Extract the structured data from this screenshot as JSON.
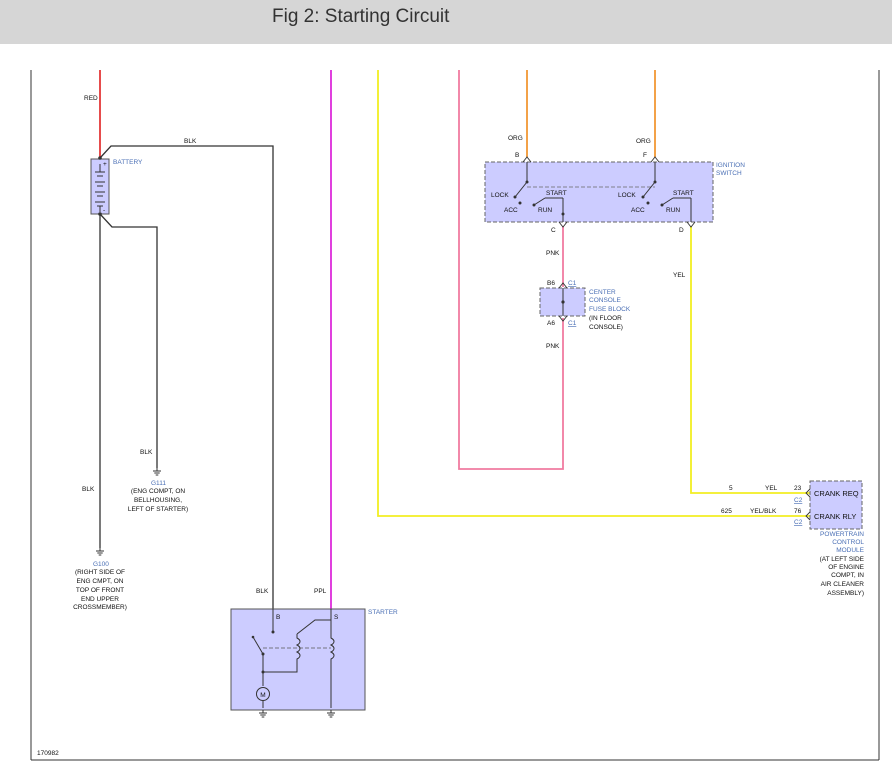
{
  "header": {
    "title": "Fig 2: Starting Circuit"
  },
  "colors": {
    "header_bg": "#d6d6d6",
    "red": "#e02020",
    "black": "#333333",
    "magenta": "#dd2adb",
    "yellow": "#f2ee22",
    "pink": "#f07ba0",
    "orange": "#f08a1a",
    "component_fill": "#ccccff",
    "component_stroke": "#555555",
    "connector_blue": "#4a6fb5"
  },
  "wires": {
    "red": "RED",
    "blk_top": "BLK",
    "blk_g111": "BLK",
    "blk_g100": "BLK",
    "blk_starter": "BLK",
    "ppl": "PPL",
    "org_b": "ORG",
    "org_f": "ORG",
    "pnk_top": "PNK",
    "pnk_bottom": "PNK",
    "yel": "YEL"
  },
  "battery": {
    "label": "BATTERY",
    "plus": "+",
    "minus": "-"
  },
  "ground_g111": {
    "id": "G111",
    "desc": [
      "(ENG COMPT, ON",
      "BELLHOUSING,",
      "LEFT OF STARTER)"
    ]
  },
  "ground_g100": {
    "id": "G100",
    "desc": [
      "(RIGHT SIDE OF",
      "ENG CMPT, ON",
      "TOP OF FRONT",
      "END UPPER",
      "CROSSMEMBER)"
    ]
  },
  "ignition_switch": {
    "label": [
      "IGNITION",
      "SWITCH"
    ],
    "pin_b": "B",
    "pin_f": "F",
    "pin_c": "C",
    "pin_d": "D",
    "left": {
      "lock": "LOCK",
      "start": "START",
      "acc": "ACC",
      "run": "RUN"
    },
    "right": {
      "lock": "LOCK",
      "start": "START",
      "acc": "ACC",
      "run": "RUN"
    }
  },
  "fuse_block": {
    "label": [
      "CENTER",
      "CONSOLE",
      "FUSE BLOCK",
      "(IN FLOOR",
      "CONSOLE)"
    ],
    "pin_top": "B6",
    "pin_top_conn": "C1",
    "pin_bottom": "A6",
    "pin_bottom_conn": "C1"
  },
  "pcm": {
    "label": [
      "POWERTRAIN",
      "CONTROL",
      "MODULE"
    ],
    "location": [
      "(AT LEFT SIDE",
      "OF ENGINE",
      "COMPT, IN",
      "AIR CLEANER",
      "ASSEMBLY)"
    ],
    "crank_req": {
      "text": "CRANK REQ",
      "pin": "23",
      "conn": "C2",
      "circuit": "5",
      "wire": "YEL"
    },
    "crank_rly": {
      "text": "CRANK RLY",
      "pin": "76",
      "conn": "C2",
      "circuit": "625",
      "wire": "YEL/BLK"
    }
  },
  "starter": {
    "label": "STARTER",
    "pin_b": "B",
    "pin_s": "S",
    "motor": "M"
  },
  "figure_id": "170982"
}
